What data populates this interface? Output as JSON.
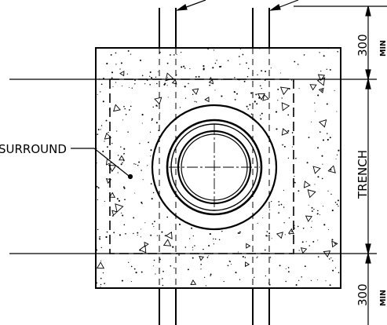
{
  "labels": {
    "surround": "SURROUND",
    "trench": "TRENCH",
    "dim_top_value": "300",
    "dim_top_unit": "MIN",
    "dim_bottom_value": "300",
    "dim_bottom_unit": "MIN"
  },
  "colors": {
    "line": "#000000",
    "background": "#ffffff"
  }
}
